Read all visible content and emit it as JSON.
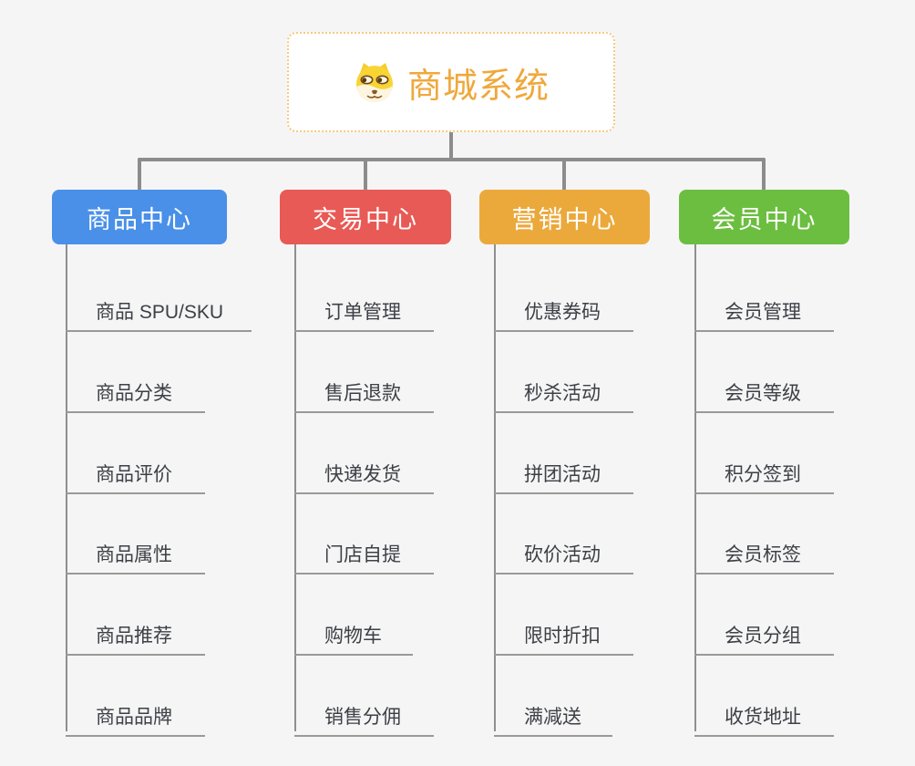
{
  "root": {
    "label": "商城系统",
    "icon": "shiba-dog-icon",
    "text_color": "#efa83c",
    "border_color": "#f7c97e"
  },
  "colors": {
    "background": "#f5f5f6",
    "connector": "#8c8c8c",
    "underline": "#999999",
    "leaf_text": "#3d4045"
  },
  "branches": [
    {
      "label": "商品中心",
      "color": "#4a90e8",
      "items": [
        "商品 SPU/SKU",
        "商品分类",
        "商品评价",
        "商品属性",
        "商品推荐",
        "商品品牌"
      ]
    },
    {
      "label": "交易中心",
      "color": "#e85a55",
      "items": [
        "订单管理",
        "售后退款",
        "快递发货",
        "门店自提",
        "购物车",
        "销售分佣"
      ]
    },
    {
      "label": "营销中心",
      "color": "#eba93c",
      "items": [
        "优惠券码",
        "秒杀活动",
        "拼团活动",
        "砍价活动",
        "限时折扣",
        "满减送"
      ]
    },
    {
      "label": "会员中心",
      "color": "#6cbe40",
      "items": [
        "会员管理",
        "会员等级",
        "积分签到",
        "会员标签",
        "会员分组",
        "收货地址"
      ]
    }
  ]
}
